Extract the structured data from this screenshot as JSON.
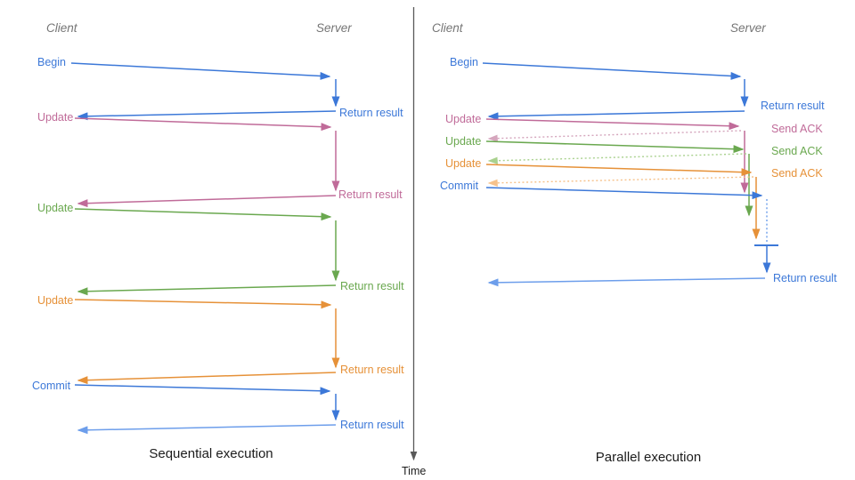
{
  "figure": {
    "palette": {
      "blue": "#3c78d8",
      "blue_light": "#6d9eeb",
      "pink": "#c06b99",
      "pink_light": "#d5a6bd",
      "green": "#6aa84f",
      "green_light": "#a9d18e",
      "orange": "#e69138",
      "orange_light": "#f6c28b",
      "axis_gray": "#595959",
      "heading_gray": "#757575"
    },
    "left_panel": {
      "client_label": "Client",
      "server_label": "Server",
      "caption": "Sequential execution",
      "messages": [
        {
          "request": "Begin",
          "response": "Return result",
          "color": "#3c78d8"
        },
        {
          "request": "Update",
          "response": "Return result",
          "color": "#c06b99"
        },
        {
          "request": "Update",
          "response": "Return result",
          "color": "#6aa84f"
        },
        {
          "request": "Update",
          "response": "Return result",
          "color": "#e69138"
        },
        {
          "request": "Commit",
          "response": "Return result",
          "color": "#3c78d8"
        }
      ]
    },
    "right_panel": {
      "client_label": "Client",
      "server_label": "Server",
      "caption": "Parallel execution",
      "messages": [
        {
          "request": "Begin",
          "response": "Return result",
          "color": "#3c78d8"
        },
        {
          "request": "Update",
          "response": "Send ACK",
          "color": "#c06b99"
        },
        {
          "request": "Update",
          "response": "Send ACK",
          "color": "#6aa84f"
        },
        {
          "request": "Update",
          "response": "Send ACK",
          "color": "#e69138"
        },
        {
          "request": "Commit",
          "response": "Return result",
          "color": "#3c78d8"
        }
      ]
    },
    "time_axis_label": "Time"
  }
}
